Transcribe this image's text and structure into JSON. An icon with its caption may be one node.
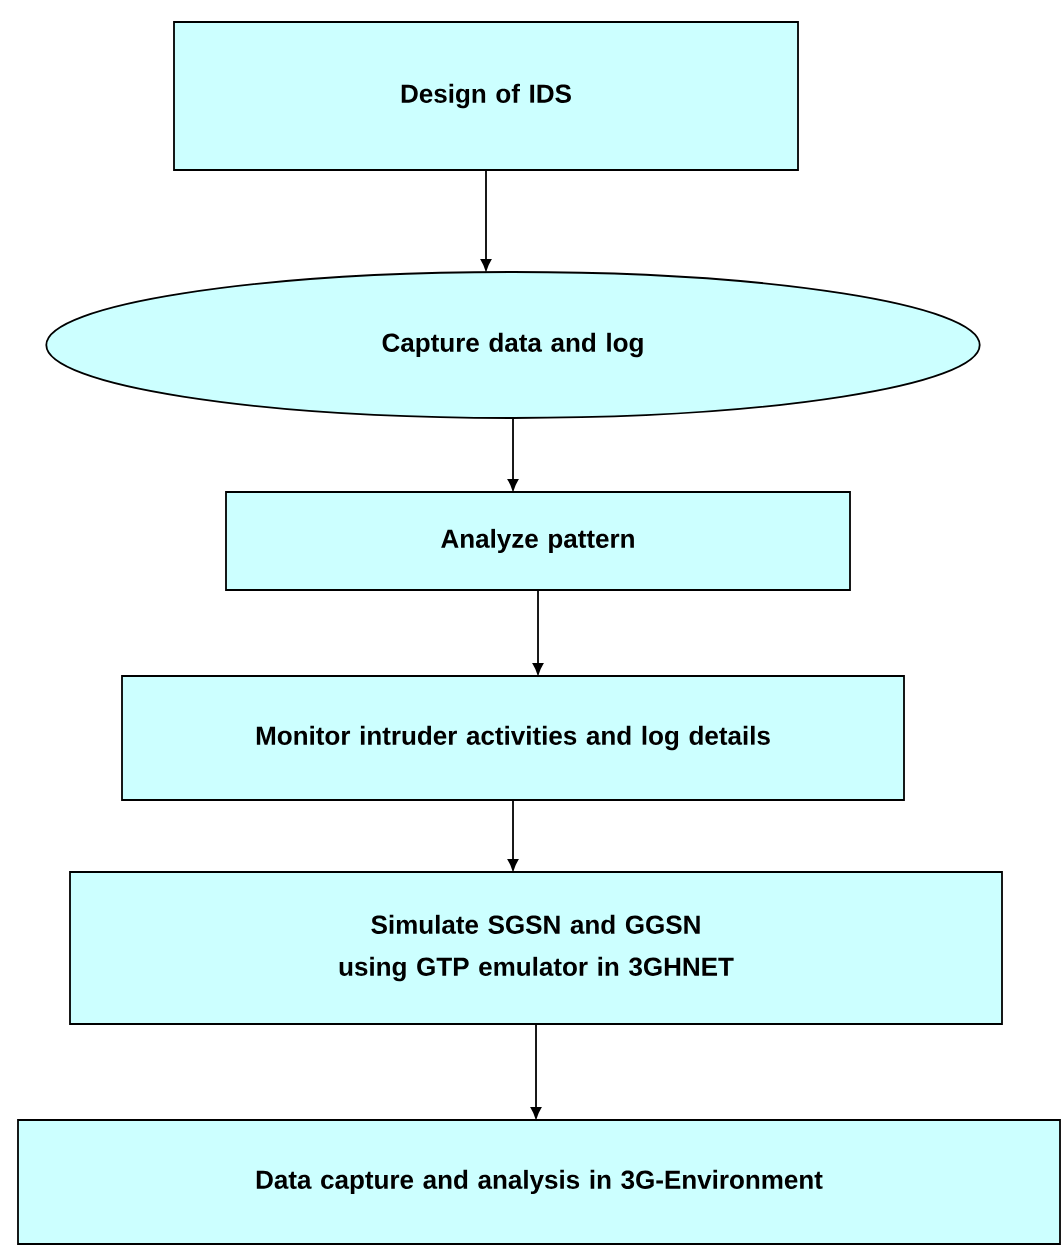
{
  "diagram": {
    "nodes": [
      {
        "text": [
          "Design of IDS"
        ]
      },
      {
        "text": [
          "Capture data and log"
        ]
      },
      {
        "text": [
          "Analyze pattern"
        ]
      },
      {
        "text": [
          "Monitor intruder activities and log details"
        ]
      },
      {
        "text": [
          "Simulate SGSN and GGSN using GTP emulator in 3GHNET"
        ]
      },
      {
        "text": [
          "Data capture and analysis in 3G-Environment"
        ]
      }
    ],
    "edges": [
      {
        "from": 0,
        "to": 1,
        "arrow": "to"
      },
      {
        "from": 1,
        "to": 2,
        "arrow": "to"
      },
      {
        "from": 2,
        "to": 3,
        "arrow": "to"
      },
      {
        "from": 3,
        "to": 4,
        "arrow": "to"
      },
      {
        "from": 4,
        "to": 5,
        "arrow": "to"
      }
    ]
  }
}
